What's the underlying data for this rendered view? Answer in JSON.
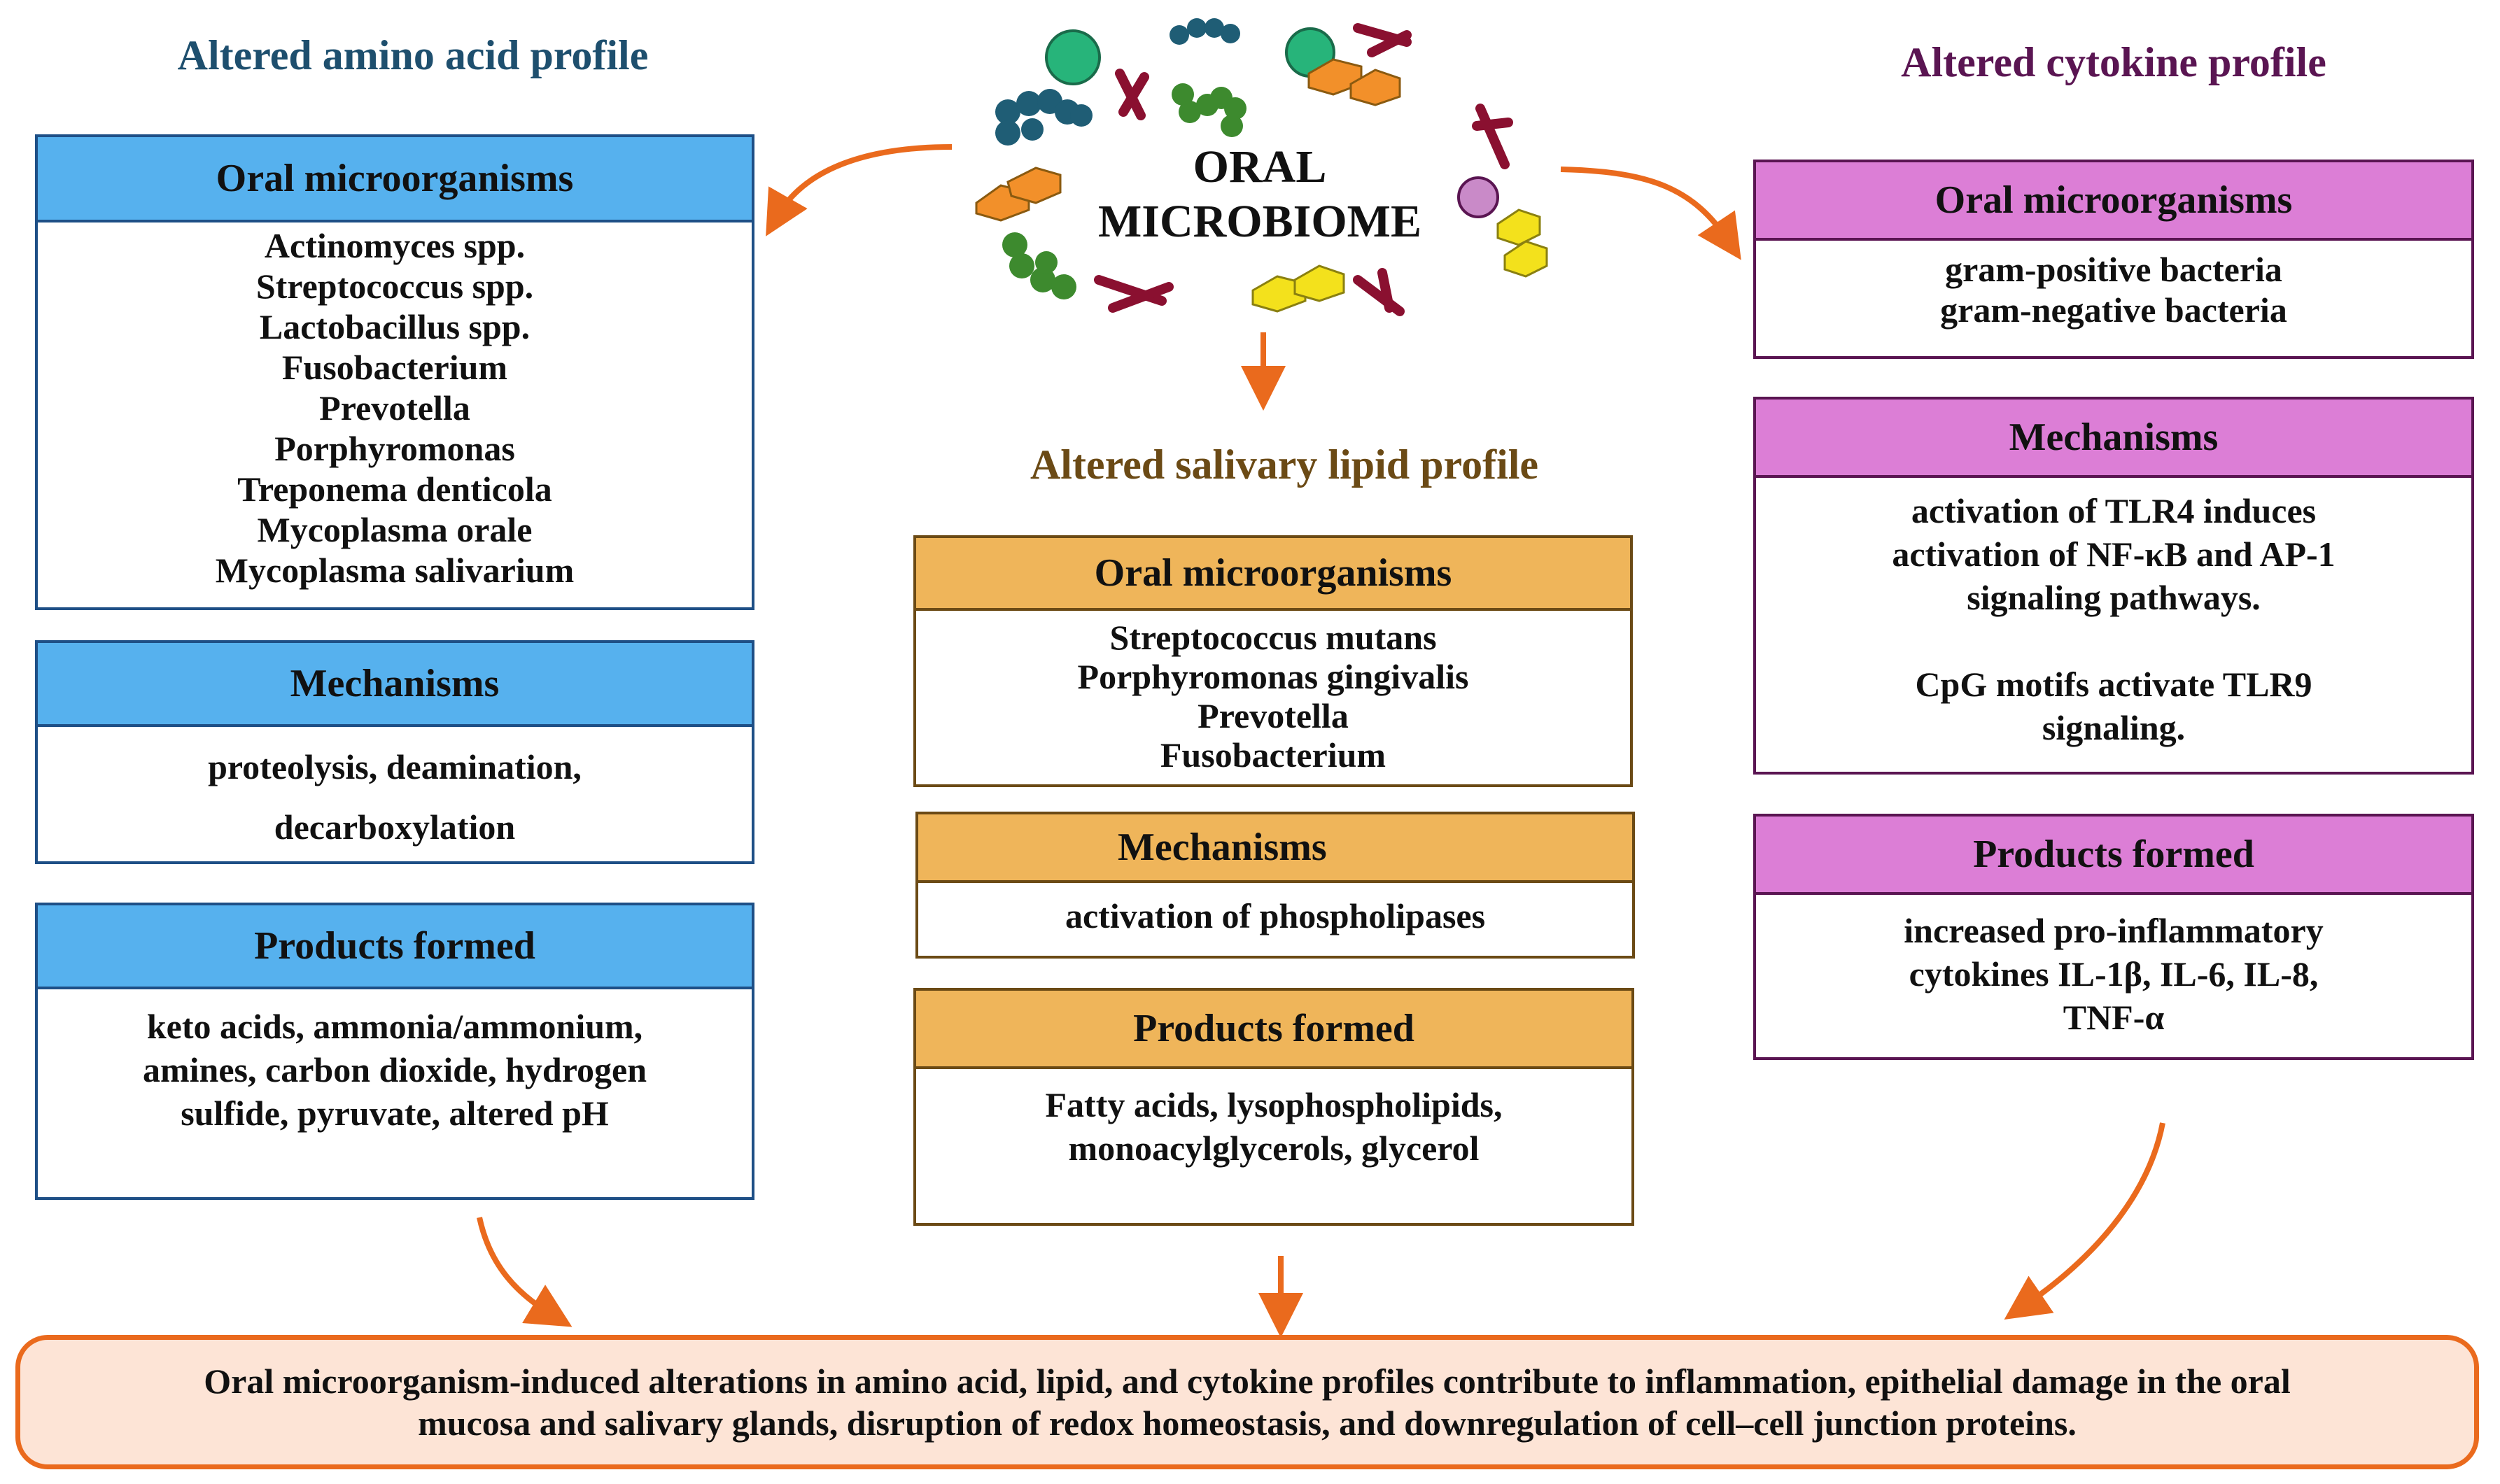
{
  "center": {
    "line1": "ORAL",
    "line2": "MICROBIOME"
  },
  "left": {
    "title": "Altered amino acid profile",
    "organisms_header": "Oral microorganisms",
    "organisms": [
      "Actinomyces spp.",
      "Streptococcus spp.",
      "Lactobacillus spp.",
      "Fusobacterium",
      "Prevotella",
      "Porphyromonas",
      "Treponema denticola",
      "Mycoplasma orale",
      "Mycoplasma salivarium"
    ],
    "mechanisms_header": "Mechanisms",
    "mechanisms": [
      "proteolysis, deamination,",
      "decarboxylation"
    ],
    "products_header": "Products formed",
    "products": [
      "keto acids, ammonia/ammonium,",
      "amines, carbon dioxide, hydrogen",
      "sulfide, pyruvate, altered pH"
    ]
  },
  "middle": {
    "title": "Altered salivary lipid profile",
    "organisms_header": "Oral microorganisms",
    "organisms": [
      "Streptococcus mutans",
      "Porphyromonas gingivalis",
      "Prevotella",
      "Fusobacterium"
    ],
    "mechanisms_header": "Mechanisms",
    "mechanisms": [
      "activation of phospholipases"
    ],
    "products_header": "Products formed",
    "products": [
      "Fatty acids, lysophospholipids,",
      "monoacylglycerols, glycerol"
    ]
  },
  "right": {
    "title": "Altered cytokine profile",
    "organisms_header": "Oral microorganisms",
    "organisms": [
      "gram-positive bacteria",
      "gram-negative bacteria"
    ],
    "mechanisms_header": "Mechanisms",
    "mechanisms": [
      "activation of TLR4 induces",
      "activation of   NF-κB and AP-1",
      "signaling pathways.",
      "",
      "CpG motifs activate TLR9",
      "signaling."
    ],
    "products_header": "Products formed",
    "products": [
      "increased pro-inflammatory",
      "cytokines  IL-1β, IL-6,  IL-8,",
      "TNF-α"
    ]
  },
  "conclusion": [
    "Oral microorganism-induced alterations in amino acid, lipid, and cytokine profiles contribute to inflammation, epithelial damage in the oral",
    "mucosa and salivary glands, disruption of redox homeostasis, and downregulation of cell–cell junction proteins."
  ],
  "colors": {
    "arrow": "#ea6a1d",
    "left_title": "#1e4f6e",
    "middle_title": "#6b4a15",
    "right_title": "#5a1552",
    "blue_header": "#56b1ee",
    "gold_header": "#efb55a",
    "pink_header": "#dc7ed6",
    "bottom_fill": "#fde4d6"
  }
}
